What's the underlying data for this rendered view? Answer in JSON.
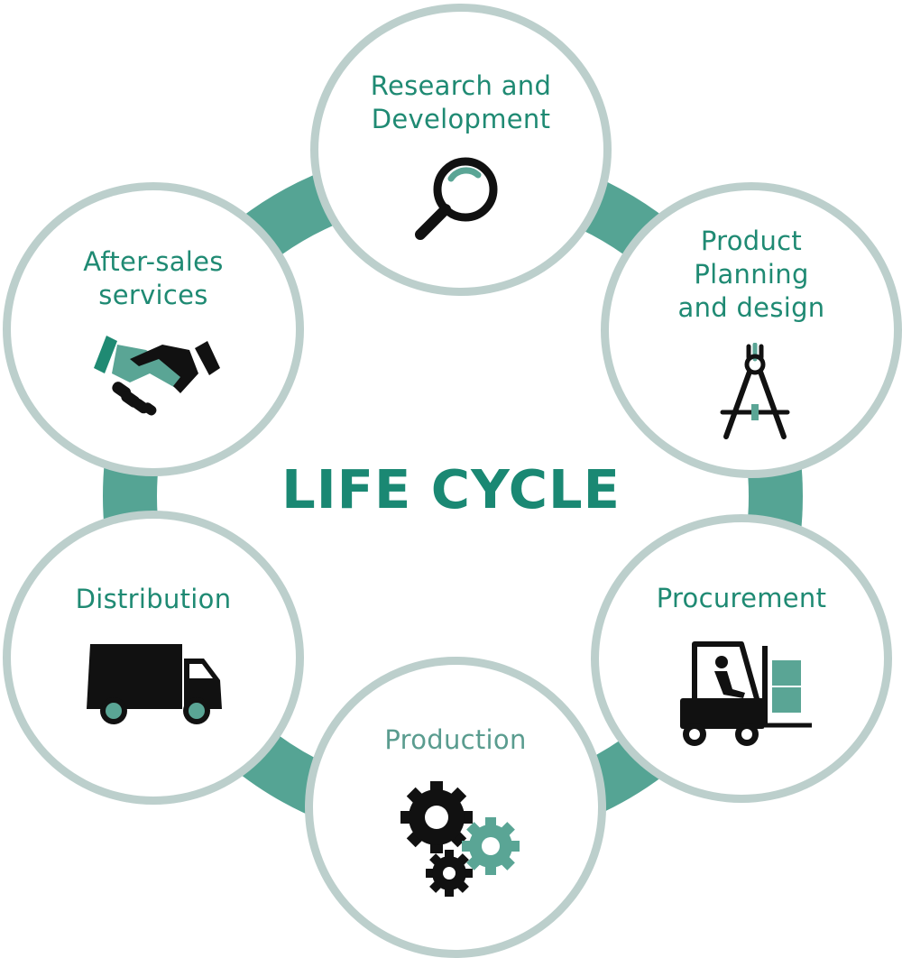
{
  "title": "LIFE CYCLE",
  "colors": {
    "ring": "#55a494",
    "circle_border": "#bccfcc",
    "label_text": "#1f8a73",
    "icon_dark": "#111111",
    "icon_accent": "#5aa595"
  },
  "stages": [
    {
      "label": "Research and\nDevelopment",
      "icon": "magnifier-icon"
    },
    {
      "label": "Product\nPlanning\nand design",
      "icon": "drafting-compass-icon"
    },
    {
      "label": "Procurement",
      "icon": "forklift-icon"
    },
    {
      "label": "Production",
      "icon": "gears-icon"
    },
    {
      "label": "Distribution",
      "icon": "delivery-truck-icon"
    },
    {
      "label": "After-sales\nservices",
      "icon": "handshake-icon"
    }
  ]
}
